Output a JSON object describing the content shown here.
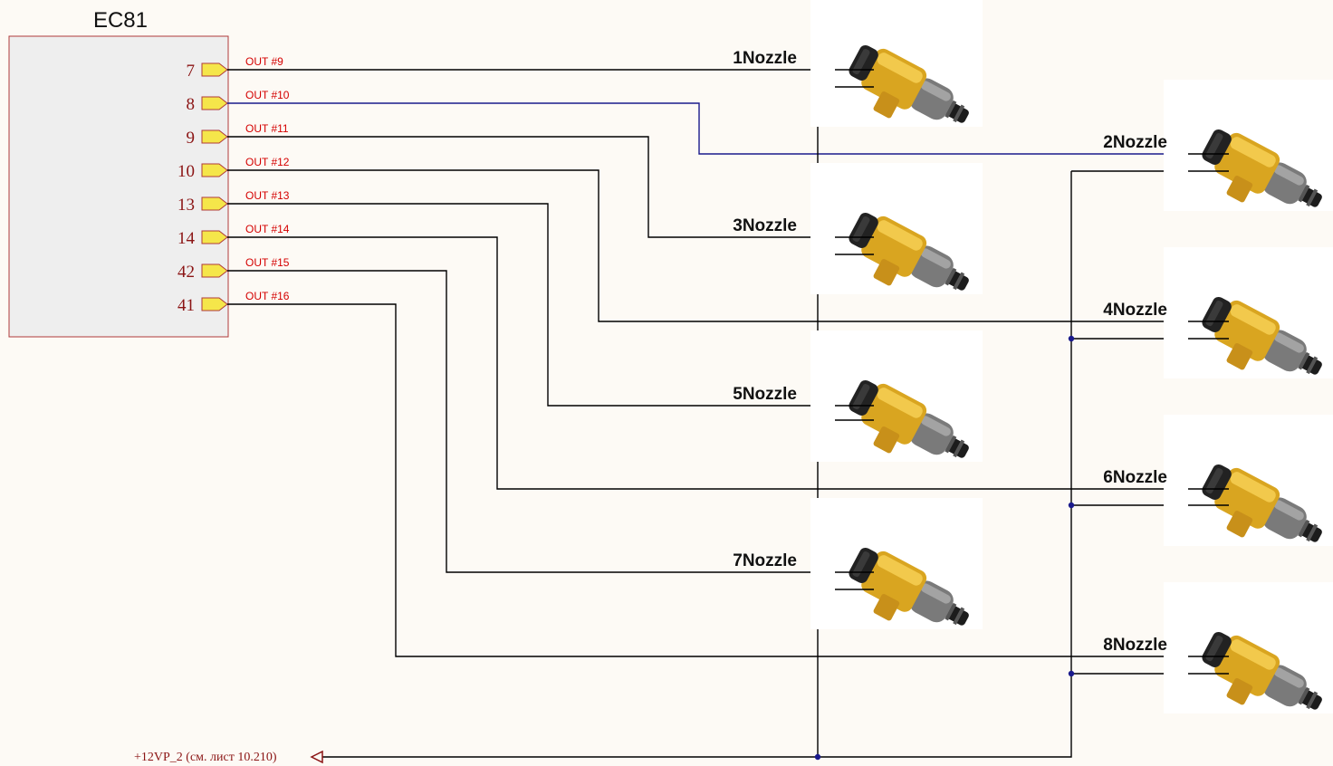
{
  "component": {
    "designator": "EC81",
    "pins": [
      {
        "number": "7",
        "net": "OUT #9"
      },
      {
        "number": "8",
        "net": "OUT #10"
      },
      {
        "number": "9",
        "net": "OUT #11"
      },
      {
        "number": "10",
        "net": "OUT #12"
      },
      {
        "number": "13",
        "net": "OUT #13"
      },
      {
        "number": "14",
        "net": "OUT #14"
      },
      {
        "number": "42",
        "net": "OUT #15"
      },
      {
        "number": "41",
        "net": "OUT #16"
      }
    ]
  },
  "nozzles": [
    {
      "label": "1Nozzle"
    },
    {
      "label": "2Nozzle"
    },
    {
      "label": "3Nozzle"
    },
    {
      "label": "4Nozzle"
    },
    {
      "label": "5Nozzle"
    },
    {
      "label": "6Nozzle"
    },
    {
      "label": "7Nozzle"
    },
    {
      "label": "8Nozzle"
    }
  ],
  "power": {
    "label": "+12VP_2   (см. лист 10.210)"
  },
  "colors": {
    "background": "#fdfaf5",
    "component_fill": "#eeeeee",
    "component_border": "#b03a3a",
    "port_fill": "#f5e64a",
    "wire": "#000000",
    "highlight_wire": "#1a1a8c",
    "junction": "#1a1a8c",
    "net_label": "#d40000",
    "injector_body": "#d9a520",
    "injector_steel": "#7a7a7a"
  }
}
